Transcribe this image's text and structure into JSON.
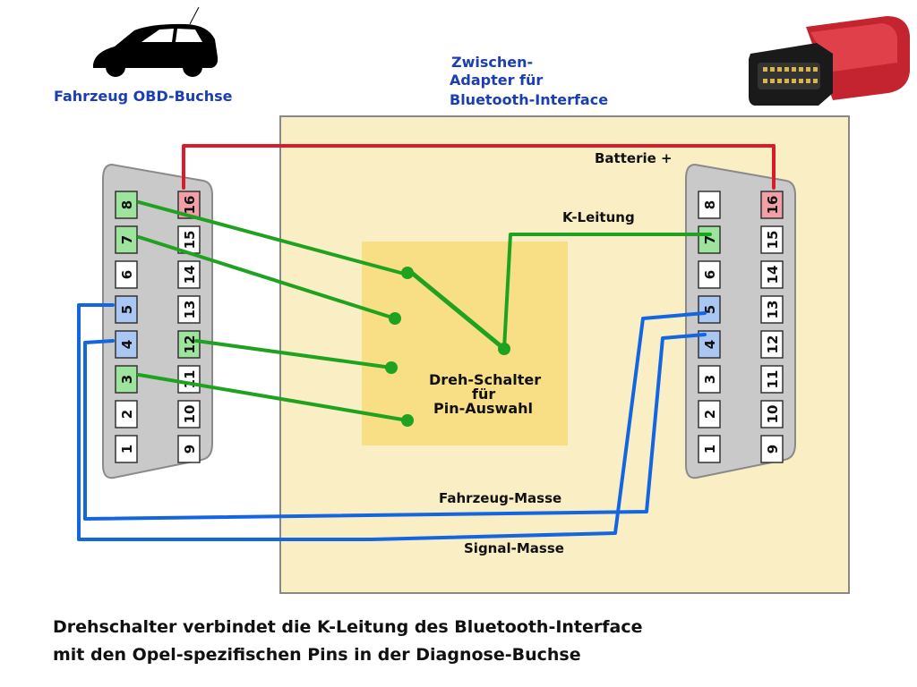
{
  "labels": {
    "vehicle_socket": "Fahrzeug OBD-Buchse",
    "adapter_line1": "Zwischen-",
    "adapter_line2": "Adapter für",
    "adapter_line3": "Bluetooth-Interface",
    "battery": "Batterie +",
    "k_line": "K-Leitung",
    "switch_line1": "Dreh-Schalter",
    "switch_line2": "für",
    "switch_line3": "Pin-Auswahl",
    "vehicle_ground": "Fahrzeug-Masse",
    "signal_ground": "Signal-Masse"
  },
  "caption": {
    "line1": "Drehschalter verbindet die K-Leitung des Bluetooth-Interface",
    "line2": "mit den Opel-spezifischen Pins in der Diagnose-Buchse"
  },
  "connector_left": {
    "pins_left_column": [
      "8",
      "7",
      "6",
      "5",
      "4",
      "3",
      "2",
      "1"
    ],
    "pins_right_column": [
      "16",
      "15",
      "14",
      "13",
      "12",
      "11",
      "10",
      "9"
    ]
  },
  "connector_right": {
    "pins_left_column": [
      "8",
      "7",
      "6",
      "5",
      "4",
      "3",
      "2",
      "1"
    ],
    "pins_right_column": [
      "16",
      "15",
      "14",
      "13",
      "12",
      "11",
      "10",
      "9"
    ]
  },
  "colors": {
    "battery_wire": "#d81c2c",
    "k_line_wire": "#1fa21f",
    "ground_wire": "#1466e0",
    "adapter_box": "#faeec4",
    "switch_area": "#f8de84",
    "pin_red": "#f2a0a8",
    "pin_green": "#9ee39e",
    "pin_blue": "#a9c7f2"
  },
  "icons": {
    "car": "car-silhouette-icon",
    "dongle": "obd-bluetooth-dongle-icon"
  }
}
